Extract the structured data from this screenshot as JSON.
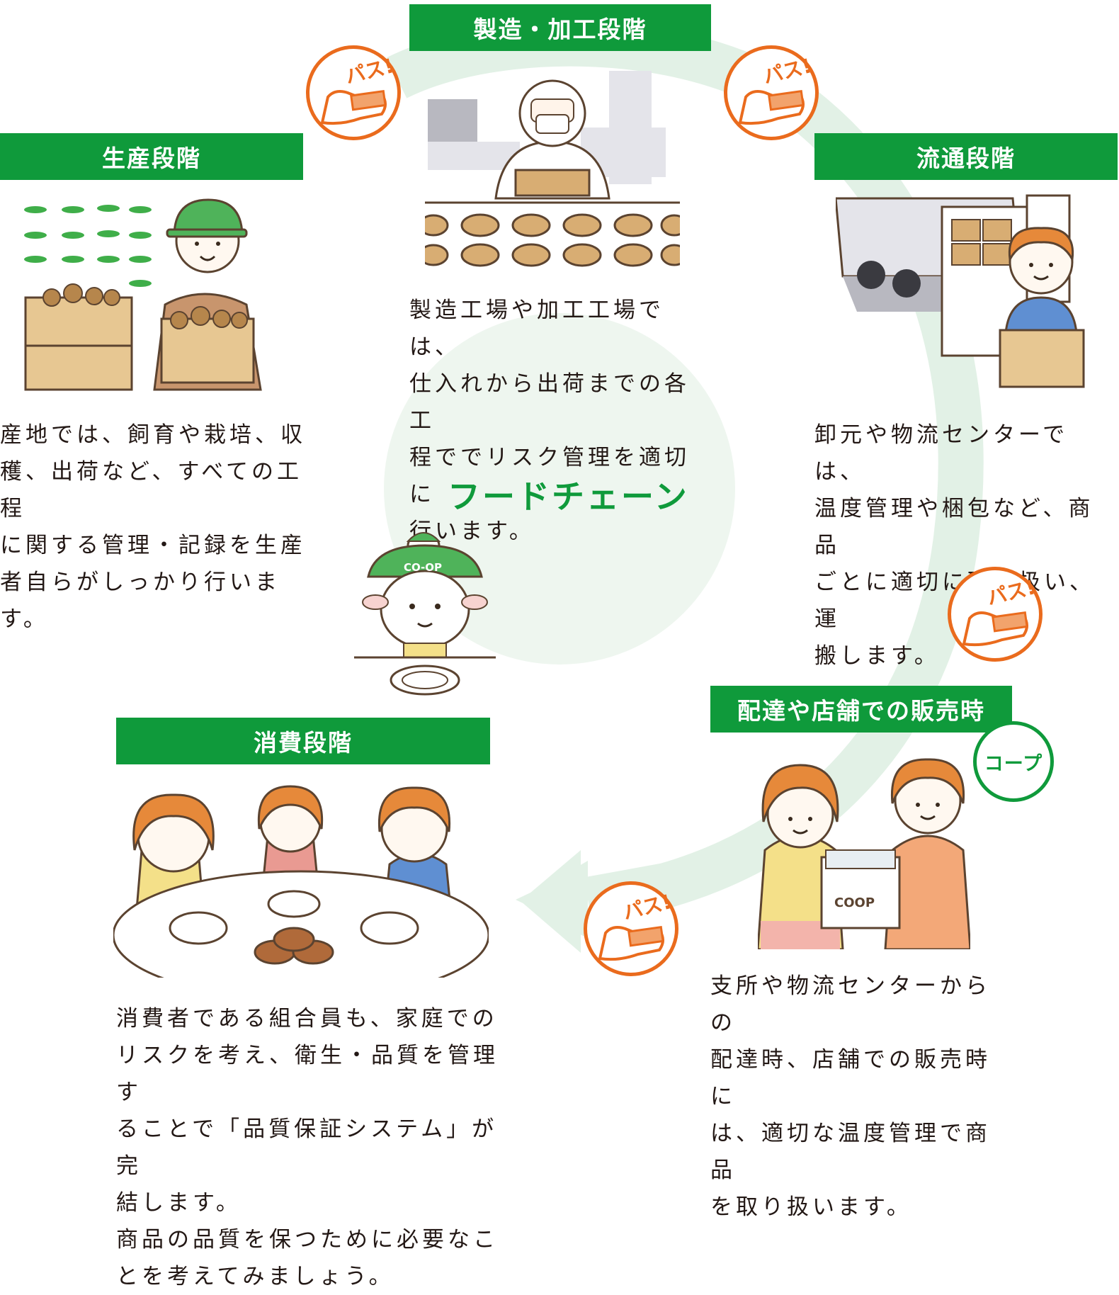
{
  "center": {
    "title": "フードチェーン"
  },
  "pass_label": "パス!",
  "stages": {
    "production": {
      "title": "生産段階",
      "desc": "産地では、飼育や栽培、収\n穫、出荷など、すべての工程\nに関する管理・記録を生産\n者自らがしっかり行います。"
    },
    "manufacturing": {
      "title": "製造・加工段階",
      "desc": "製造工場や加工工場では、\n仕入れから出荷までの各工\n程ででリスク管理を適切に\n行います。"
    },
    "distribution": {
      "title": "流通段階",
      "desc": "卸元や物流センターでは、\n温度管理や梱包など、商品\nごとに適切に取り扱い、運\n搬します。"
    },
    "delivery": {
      "title": "配達や店舗での販売時",
      "badge": "コープ",
      "box_label": "COOP",
      "desc": "支所や物流センターからの\n配達時、店舗での販売時に\nは、適切な温度管理で商品\nを取り扱います。"
    },
    "consumption": {
      "title": "消費段階",
      "desc": "消費者である組合員も、家庭での\nリスクを考え、衛生・品質を管理す\nることで「品質保証システム」が完\n結します。\n商品の品質を保つために必要なこ\nとを考えてみましょう。"
    }
  },
  "mascot": {
    "cap_label": "CO-OP"
  },
  "colors": {
    "brand_green": "#0f9a3b",
    "pass_orange": "#ea6b1d",
    "ring_green": "#e2f1e6",
    "center_circle": "#eef6ef"
  }
}
